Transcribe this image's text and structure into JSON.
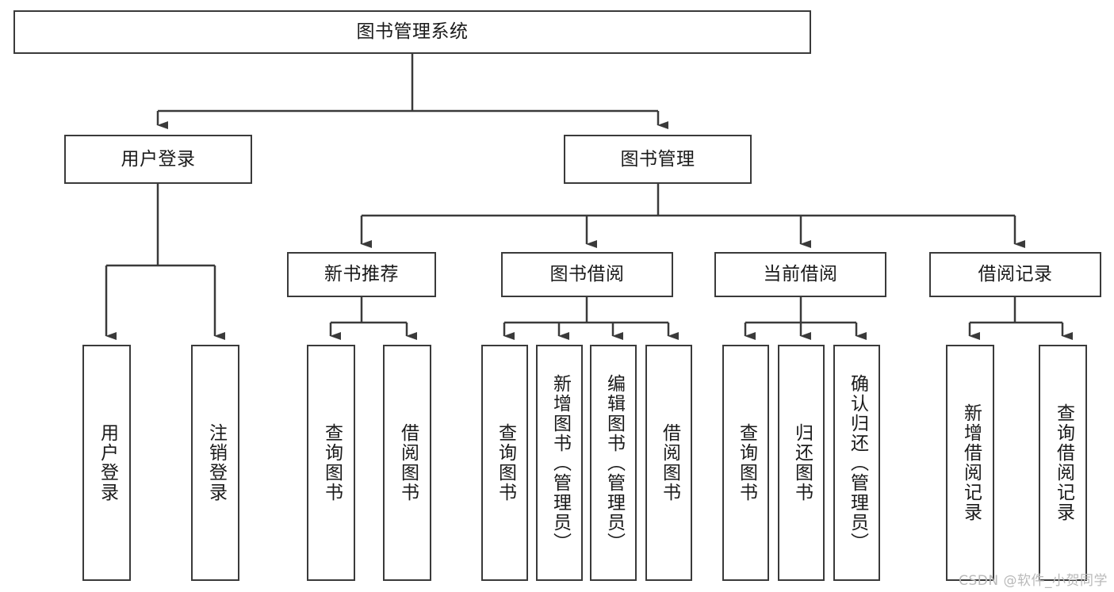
{
  "diagram": {
    "title": "图书管理系统",
    "watermark": "CSDN @软件_小贺同学",
    "stroke_color": "#3a3a3a",
    "fill_color": "#ffffff",
    "text_color": "#1a1a1a",
    "watermark_color": "#b9b9b9"
  },
  "nodes": {
    "root": {
      "label": "图书管理系统"
    },
    "level2": [
      {
        "label": "用户登录"
      },
      {
        "label": "图书管理"
      }
    ],
    "level3": [
      {
        "label": "新书推荐"
      },
      {
        "label": "图书借阅"
      },
      {
        "label": "当前借阅"
      },
      {
        "label": "借阅记录"
      }
    ],
    "leaves": {
      "user_login": [
        {
          "label": "用户登录"
        },
        {
          "label": "注销登录"
        }
      ],
      "new_book_recommend": [
        {
          "label": "查询图书"
        },
        {
          "label": "借阅图书"
        }
      ],
      "book_borrow": [
        {
          "label": "查询图书"
        },
        {
          "label": "新增图书（管理员）"
        },
        {
          "label": "编辑图书（管理员）"
        },
        {
          "label": "借阅图书"
        }
      ],
      "current_borrow": [
        {
          "label": "查询图书"
        },
        {
          "label": "归还图书"
        },
        {
          "label": "确认归还（管理员）"
        }
      ],
      "borrow_record": [
        {
          "label": "新增借阅记录"
        },
        {
          "label": "查询借阅记录"
        }
      ]
    }
  }
}
